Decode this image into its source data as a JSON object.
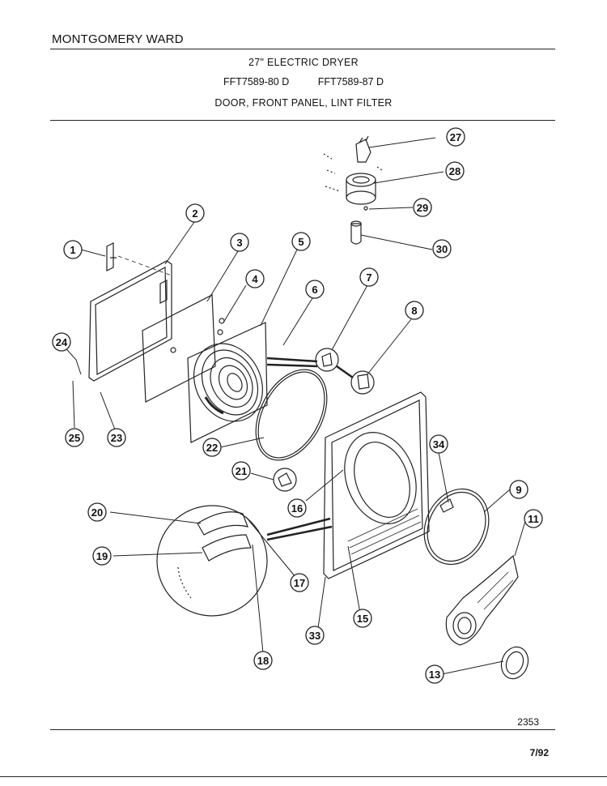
{
  "header": {
    "brand": "MONTGOMERY WARD",
    "product": "27\" ELECTRIC DRYER",
    "models": [
      "FFT7589-80 D",
      "FFT7589-87 D"
    ],
    "section": "DOOR, FRONT PANEL, LINT FILTER"
  },
  "footer": {
    "figure_number": "2353",
    "date": "7/92"
  },
  "callouts": [
    "1",
    "2",
    "3",
    "4",
    "5",
    "6",
    "7",
    "8",
    "9",
    "11",
    "13",
    "15",
    "16",
    "17",
    "18",
    "19",
    "20",
    "21",
    "22",
    "23",
    "24",
    "25",
    "27",
    "28",
    "29",
    "30",
    "33",
    "34"
  ]
}
